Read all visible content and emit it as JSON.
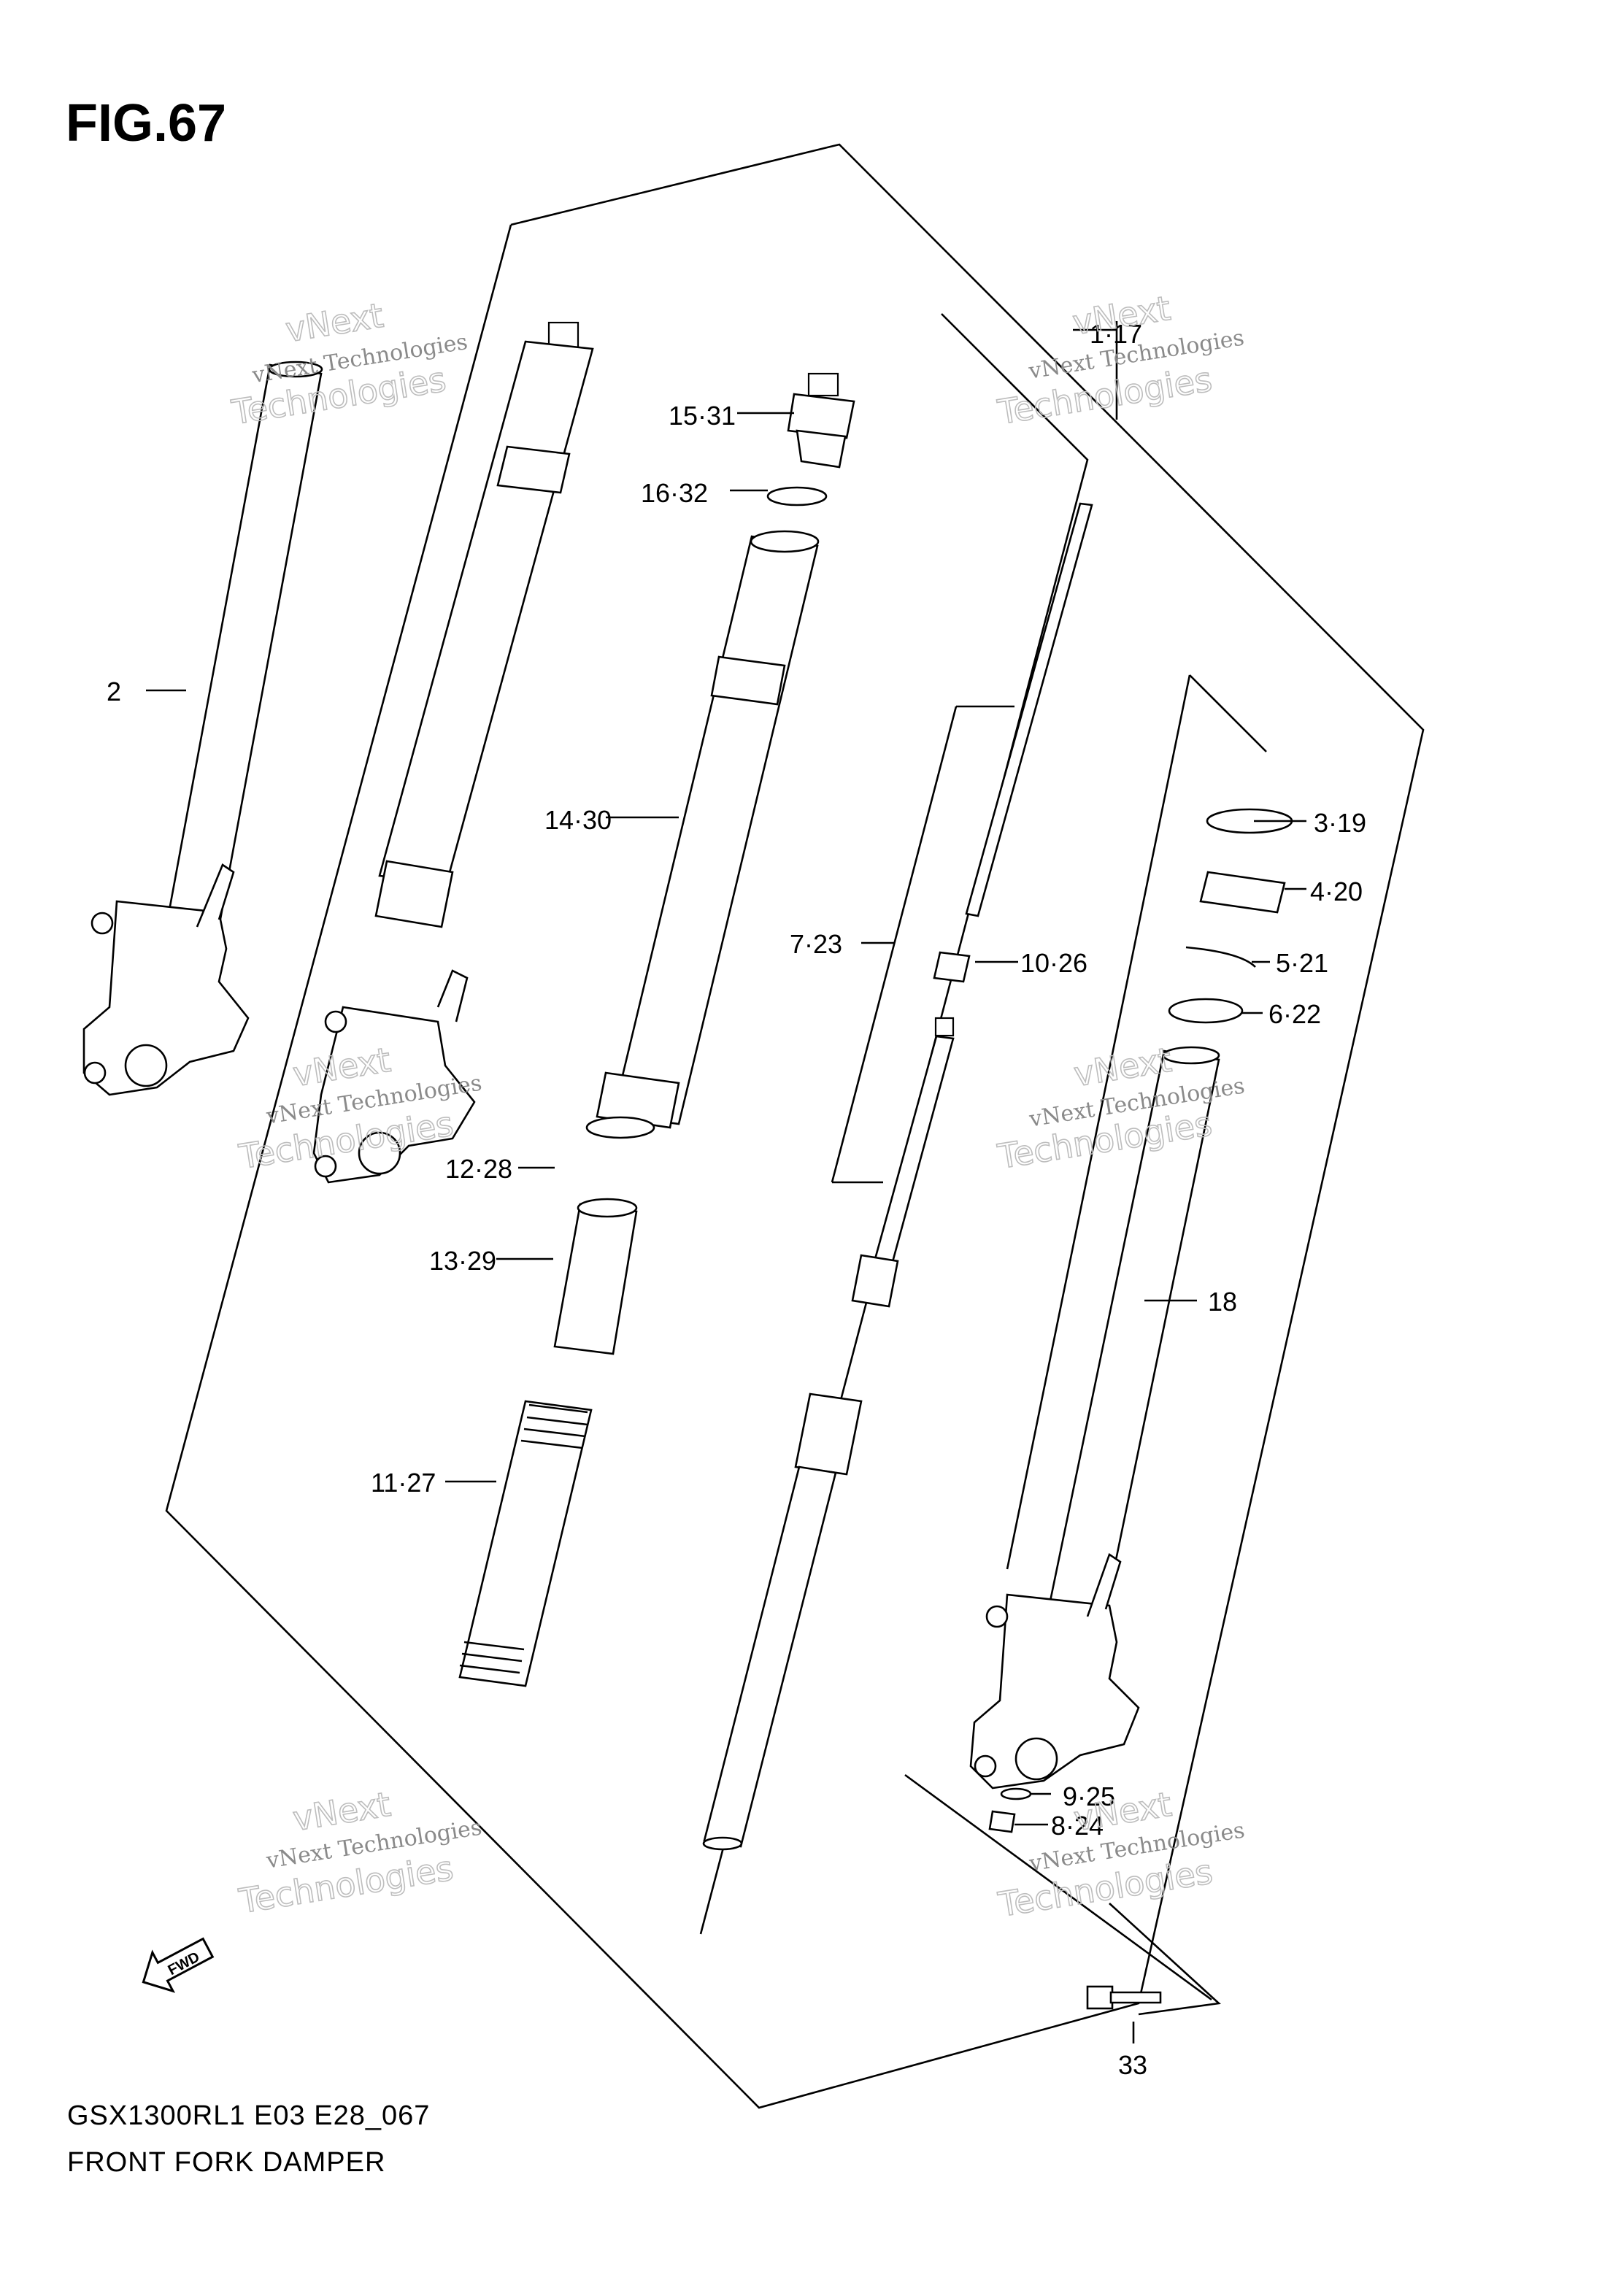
{
  "figure": {
    "title": "FIG.67",
    "model_code": "GSX1300RL1 E03 E28_067",
    "name": "FRONT FORK DAMPER"
  },
  "callouts": [
    {
      "id": "c1",
      "label": "1·17"
    },
    {
      "id": "c2",
      "label": "2"
    },
    {
      "id": "c3",
      "label": "3·19"
    },
    {
      "id": "c4",
      "label": "4·20"
    },
    {
      "id": "c5",
      "label": "5·21"
    },
    {
      "id": "c6",
      "label": "6·22"
    },
    {
      "id": "c7",
      "label": "7·23"
    },
    {
      "id": "c8",
      "label": "8·24"
    },
    {
      "id": "c9",
      "label": "9·25"
    },
    {
      "id": "c10",
      "label": "10·26"
    },
    {
      "id": "c11",
      "label": "11·27"
    },
    {
      "id": "c12",
      "label": "12·28"
    },
    {
      "id": "c13",
      "label": "13·29"
    },
    {
      "id": "c14",
      "label": "14·30"
    },
    {
      "id": "c15",
      "label": "15·31"
    },
    {
      "id": "c16",
      "label": "16·32"
    },
    {
      "id": "c18",
      "label": "18"
    },
    {
      "id": "c33",
      "label": "33"
    }
  ],
  "watermark": {
    "line1": "vNext Technologies",
    "line2": "vNext",
    "line3": "Technologies"
  },
  "fwd_icon": {
    "label": "FWD",
    "icon": "fwd-arrow-icon"
  }
}
